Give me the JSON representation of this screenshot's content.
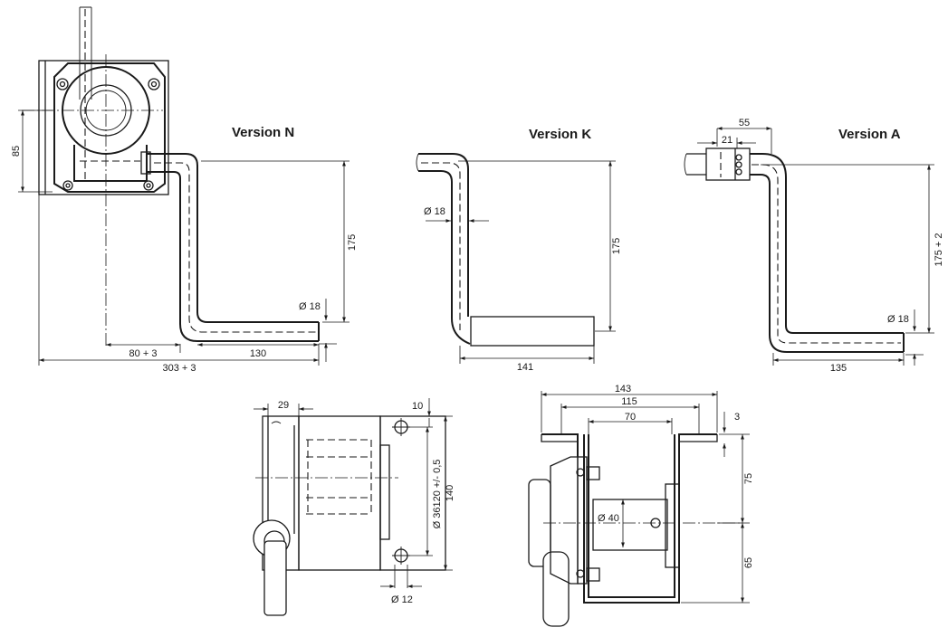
{
  "views": {
    "version_n": {
      "title": "Version N",
      "dims": {
        "plate_height": "85",
        "height": "175",
        "tube_dia": "Ø 18",
        "offset": "80 + 3",
        "length": "130",
        "overall": "303 + 3"
      }
    },
    "version_k": {
      "title": "Version K",
      "dims": {
        "tube_dia": "Ø 18",
        "height": "175",
        "length": "141"
      }
    },
    "version_a": {
      "title": "Version A",
      "dims": {
        "coupling_outer": "55",
        "coupling_inner": "21",
        "height": "175 + 2",
        "tube_dia": "Ø 18",
        "length": "135"
      }
    },
    "side_view": {
      "dims": {
        "drum_offset": "29",
        "hole_edge": "10",
        "bolt_circle": "Ø 36120 +/- 0,5",
        "height": "140",
        "hole_dia": "Ø 12"
      }
    },
    "front_view": {
      "dims": {
        "overall_width": "143",
        "width_mid": "115",
        "width_inner": "70",
        "plate": "3",
        "upper": "75",
        "lower": "65",
        "drum_dia": "Ø 40"
      }
    }
  }
}
